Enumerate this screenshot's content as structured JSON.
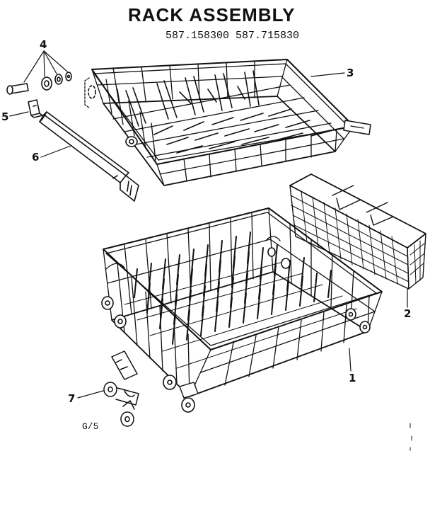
{
  "diagram": {
    "title": "RACK ASSEMBLY",
    "models": "587.158300 587.715830",
    "footer_code": "G/5",
    "callouts": {
      "c1": "1",
      "c2": "2",
      "c3": "3",
      "c4": "4",
      "c5": "5",
      "c6": "6",
      "c7": "7"
    },
    "parts": [
      {
        "callout": "1",
        "part": "lower dish rack"
      },
      {
        "callout": "2",
        "part": "silverware basket"
      },
      {
        "callout": "3",
        "part": "upper dish rack"
      },
      {
        "callout": "4",
        "part": "roller stud hardware"
      },
      {
        "callout": "5",
        "part": "rack stop"
      },
      {
        "callout": "6",
        "part": "rack track"
      },
      {
        "callout": "7",
        "part": "lower rack roller"
      }
    ]
  }
}
